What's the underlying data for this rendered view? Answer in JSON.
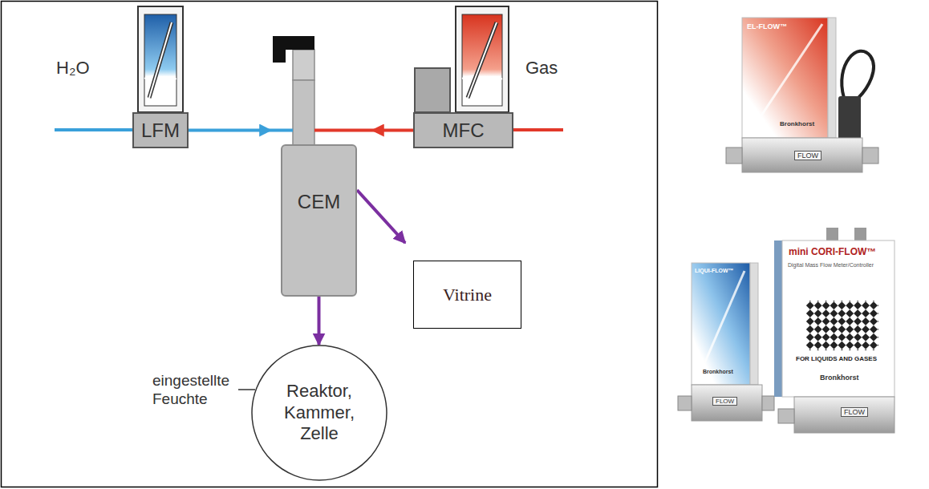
{
  "diagram": {
    "nodes": [
      {
        "text": [
          "LFM"
        ]
      },
      {
        "text": [
          "MFC"
        ]
      },
      {
        "text": [
          "CEM"
        ]
      },
      {
        "text": [
          "Vitrine"
        ]
      },
      {
        "text": [
          "Reaktor, Kammer, Zelle"
        ]
      }
    ],
    "edges": [
      {
        "from": 0,
        "to": 2,
        "arrow": "to"
      },
      {
        "from": 1,
        "to": 2,
        "arrow": "to"
      },
      {
        "from": 2,
        "to": 3,
        "arrow": "to"
      },
      {
        "from": 2,
        "to": 4,
        "arrow": "to"
      }
    ],
    "labels": [
      "H₂O",
      "Gas",
      "eingestellte Feuchte",
      "EL-FLOW™",
      "Bronkhorst",
      "FLOW",
      "LIQUI-FLOW™",
      "Bronkhorst",
      "FLOW",
      "mini CORI-FLOW™",
      "Digital Mass Flow Meter/Controller",
      "FOR LIQUIDS AND GASES",
      "Bronkhorst",
      "FLOW"
    ]
  }
}
